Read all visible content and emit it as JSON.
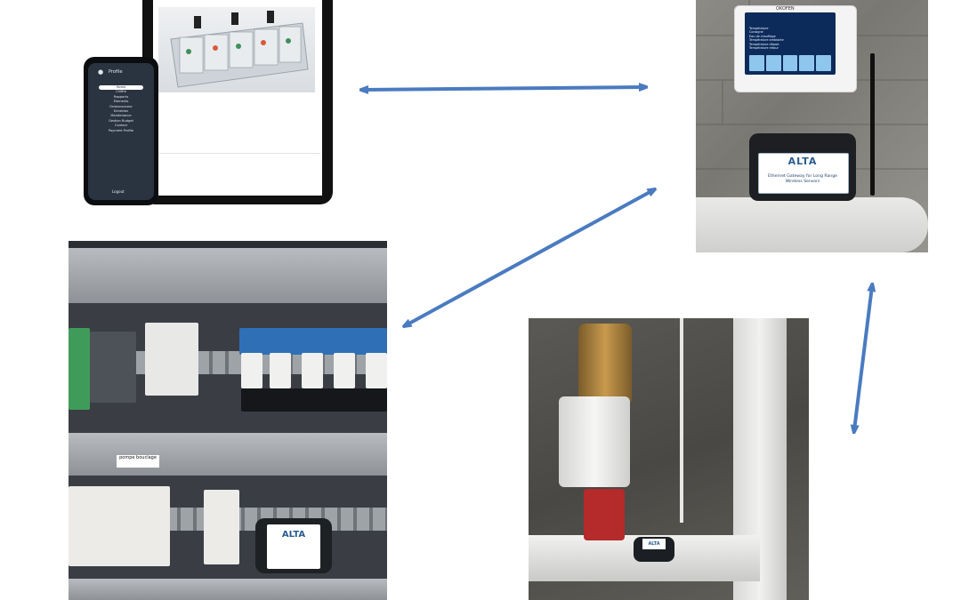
{
  "phone": {
    "title": "Profile",
    "menu": [
      "Home",
      "Chiffre",
      "Rapports",
      "Elements",
      "Ordonnanceur",
      "Entretien",
      "Maintenance",
      "Gestion Budget",
      "Contact",
      "Payment Profile"
    ],
    "logout": "Logout"
  },
  "controller": {
    "brand": "OKOFEN",
    "lines": [
      "Température",
      "Consigne",
      "Eau de chauffage",
      "Température ambiante",
      "Température départ",
      "Température retour"
    ]
  },
  "gateway": {
    "logo": "ALTA",
    "text": "Ethernet Gateway for Long Range Wireless Sensors"
  },
  "cabinet": {
    "sign": "pompe bouclage",
    "device_logo": "ALTA"
  },
  "pipe": {
    "device_logo": "ALTA"
  },
  "colors": {
    "arrow": "#4a7bc0",
    "gateway_logo": "#2a5c8f"
  }
}
